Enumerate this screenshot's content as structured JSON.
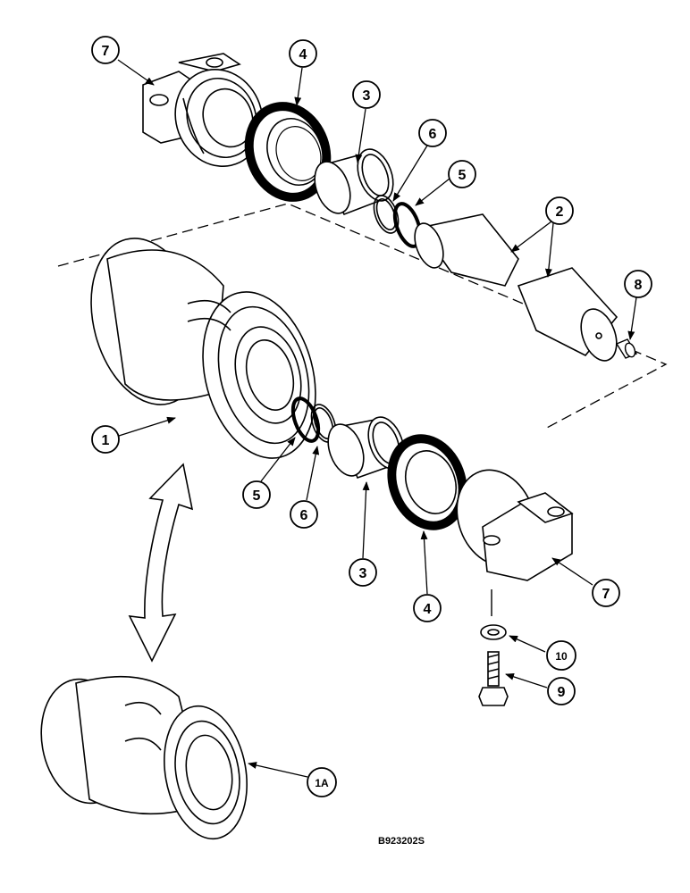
{
  "figure_id": "B923202S",
  "callouts": [
    {
      "key": "c7_top",
      "label": "7"
    },
    {
      "key": "c4_top",
      "label": "4"
    },
    {
      "key": "c3_top",
      "label": "3"
    },
    {
      "key": "c6_top",
      "label": "6"
    },
    {
      "key": "c5_top",
      "label": "5"
    },
    {
      "key": "c2",
      "label": "2"
    },
    {
      "key": "c8",
      "label": "8"
    },
    {
      "key": "c1",
      "label": "1"
    },
    {
      "key": "c5_low",
      "label": "5"
    },
    {
      "key": "c6_low",
      "label": "6"
    },
    {
      "key": "c3_low",
      "label": "3"
    },
    {
      "key": "c4_low",
      "label": "4"
    },
    {
      "key": "c7_low",
      "label": "7"
    },
    {
      "key": "c10",
      "label": "10"
    },
    {
      "key": "c9",
      "label": "9"
    },
    {
      "key": "c1a",
      "label": "1A"
    }
  ]
}
